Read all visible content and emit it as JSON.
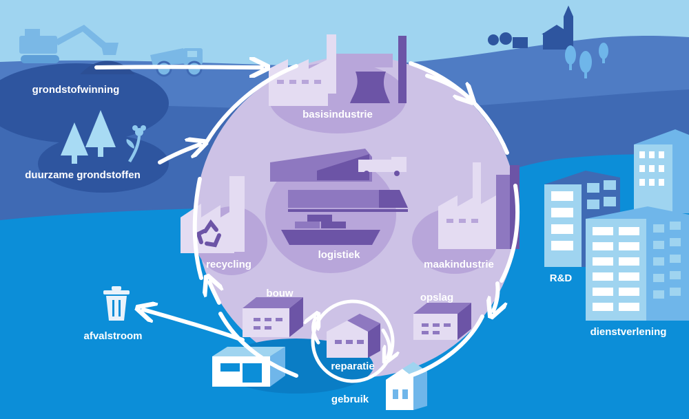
{
  "labels": {
    "grondstofwinning": "grondstofwinning",
    "duurzame_grondstoffen": "duurzame grondstoffen",
    "basisindustrie": "basisindustrie",
    "logistiek": "logistiek",
    "maakindustrie": "maakindustrie",
    "recycling": "recycling",
    "bouw": "bouw",
    "opslag": "opslag",
    "reparatie": "reparatie",
    "gebruik": "gebruik",
    "afvalstroom": "afvalstroom",
    "rd": "R&D",
    "dienstverlening": "dienstverlening"
  },
  "icons": {
    "mining": "excavator-icon",
    "transport": "dump-truck-icon",
    "renewable": "tree-icon",
    "flower": "flower-icon",
    "heavy_industry": "factory-icon",
    "logistics": "warehouse-truck-train-ship-icon",
    "manufacturing": "factory-icon",
    "recycling": "recycle-icon",
    "waste": "trash-can-icon",
    "offices": "office-building-icon",
    "village": "church-icon"
  },
  "colors": {
    "sky": "#9fd4f0",
    "land_dark": "#3f6ab4",
    "land_mid": "#3362ad",
    "water": "#0c8ed8",
    "circle": "#cdc2e6",
    "lavender": "#b8a6da",
    "purple_dark": "#6c54a6",
    "purple_mid": "#8e78c0",
    "white": "#ffffff",
    "light_blue": "#6fb6ea"
  }
}
